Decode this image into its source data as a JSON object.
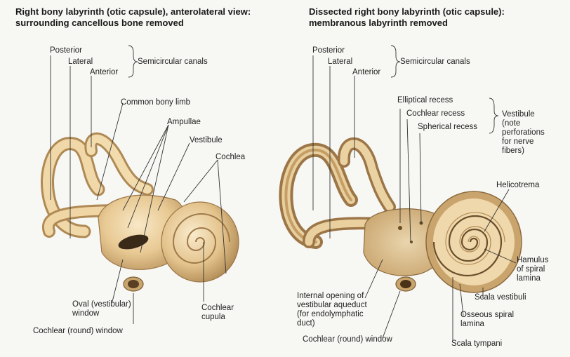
{
  "panels": {
    "left": {
      "title": "Right bony labyrinth (otic capsule), anterolateral view:\nsurrounding cancellous bone removed",
      "labels": {
        "posterior": "Posterior",
        "lateral": "Lateral",
        "anterior": "Anterior",
        "semicircular_canals": "Semicircular canals",
        "common_bony_limb": "Common bony limb",
        "ampullae": "Ampullae",
        "vestibule": "Vestibule",
        "cochlea": "Cochlea",
        "oval_window": "Oval (vestibular)\nwindow",
        "round_window": "Cochlear (round) window",
        "cochlear_cupula": "Cochlear\ncupula"
      }
    },
    "right": {
      "title": "Dissected right bony labyrinth (otic capsule):\nmembranous labyrinth removed",
      "labels": {
        "posterior": "Posterior",
        "lateral": "Lateral",
        "anterior": "Anterior",
        "semicircular_canals": "Semicircular canals",
        "elliptical_recess": "Elliptical recess",
        "cochlear_recess": "Cochlear recess",
        "spherical_recess": "Spherical recess",
        "vestibule_note": "Vestibule\n(note\nperforations\nfor nerve\nfibers)",
        "helicotrema": "Helicotrema",
        "hamulus": "Hamulus\nof spiral\nlamina",
        "scala_vestibuli": "Scala vestibuli",
        "osseous_spiral_lamina": "Osseous spiral\nlamina",
        "scala_tympani": "Scala tympani",
        "internal_opening": "Internal opening of\nvestibular aqueduct\n(for endolymphatic\nduct)",
        "round_window": "Cochlear (round) window"
      }
    }
  },
  "colors": {
    "bone_light": "#f3ddb0",
    "bone_mid": "#e2bf86",
    "bone_dark": "#a98250",
    "leader": "#333333",
    "text": "#222222"
  }
}
